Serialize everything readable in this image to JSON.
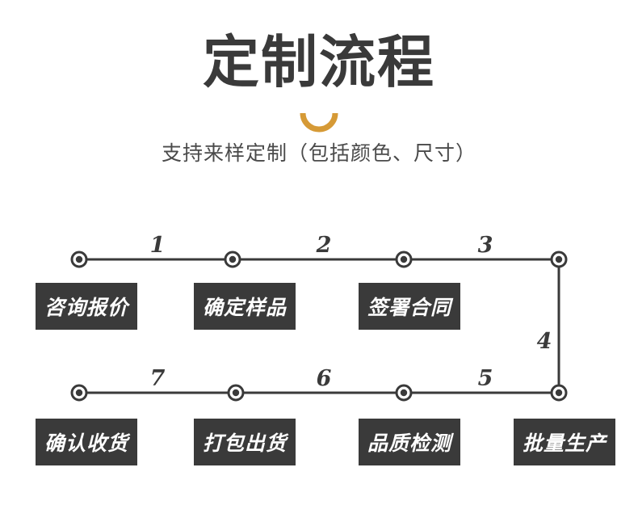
{
  "header": {
    "title": "定制流程",
    "subtitle": "支持来样定制（包括颜色、尺寸）",
    "arc_icon": "arc-divider-icon",
    "title_color": "#3a3a3a",
    "accent_color": "#d69a36",
    "background_color": "#ffffff"
  },
  "flow": {
    "node_icon": "circle-node-icon",
    "line_color": "#3a3a3a",
    "box_color": "#3a3a3a",
    "box_text_color": "#ffffff",
    "rows": [
      {
        "name": "top-row",
        "direction": "left-to-right",
        "steps": [
          {
            "number": "",
            "label": "咨询报价"
          },
          {
            "number": "1",
            "label": "确定样品"
          },
          {
            "number": "2",
            "label": "签署合同"
          },
          {
            "number": "3",
            "label": ""
          }
        ]
      },
      {
        "name": "bottom-row",
        "direction": "right-to-left",
        "steps": [
          {
            "number": "5",
            "label": "批量生产"
          },
          {
            "number": "6",
            "label": "品质检测"
          },
          {
            "number": "7",
            "label": "打包出货"
          },
          {
            "number": "",
            "label": "确认收货"
          }
        ]
      }
    ],
    "segment_labels": {
      "s1": "1",
      "s2": "2",
      "s3": "3",
      "s4": "4",
      "s5": "5",
      "s6": "6",
      "s7": "7"
    },
    "boxes": {
      "b1": "咨询报价",
      "b2": "确定样品",
      "b3": "签署合同",
      "b4": "批量生产",
      "b5": "品质检测",
      "b6": "打包出货",
      "b7": "确认收货"
    }
  }
}
